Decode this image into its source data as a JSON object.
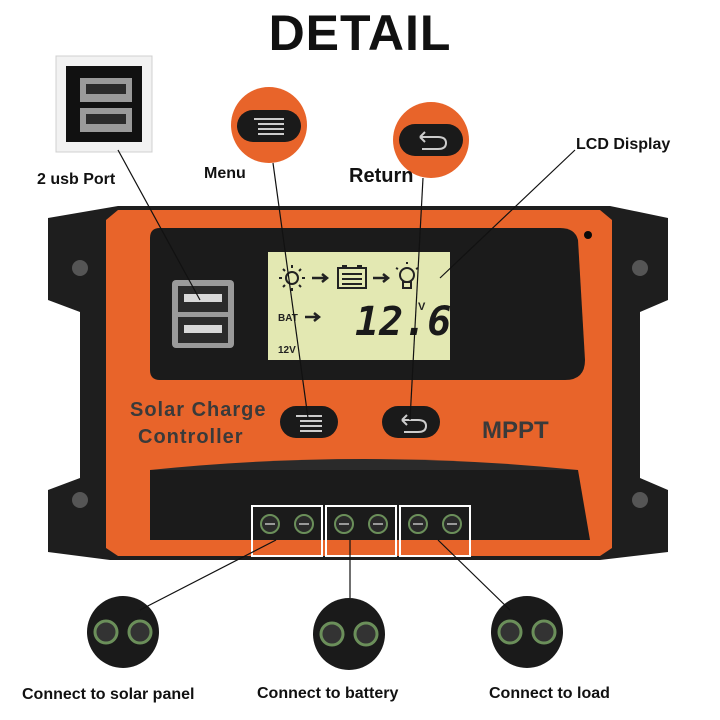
{
  "title": "DETAIL",
  "labels": {
    "usb": "2 usb Port",
    "menu": "Menu",
    "return": "Return",
    "lcd": "LCD Display",
    "solar": "Connect to solar panel",
    "battery": "Connect to battery",
    "load": "Connect to load"
  },
  "device": {
    "brand_line1": "Solar Charge",
    "brand_line2": "Controller",
    "model": "MPPT",
    "lcd_value": "12.6",
    "lcd_unit": "V",
    "lcd_bat": "BAT",
    "lcd_system": "12V"
  },
  "colors": {
    "accent": "#e8642a",
    "body": "#1e1e1e",
    "lcd": "#e3e8b2"
  },
  "icons": [
    "usb-icon",
    "menu-icon",
    "return-icon",
    "sun-icon",
    "battery-icon",
    "bulb-icon",
    "terminal-screw-icon"
  ]
}
